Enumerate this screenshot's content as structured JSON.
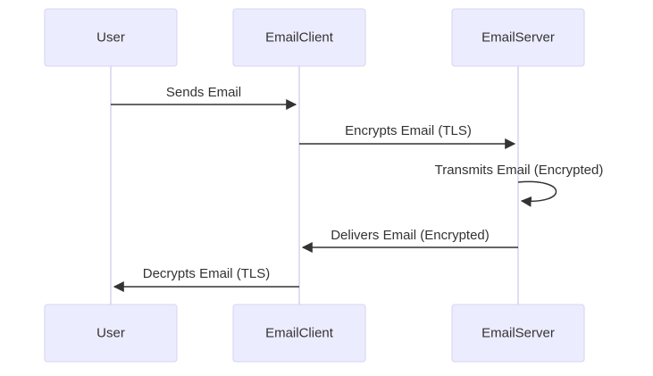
{
  "diagram": {
    "participants": [
      {
        "id": "user",
        "label": "User"
      },
      {
        "id": "client",
        "label": "EmailClient"
      },
      {
        "id": "server",
        "label": "EmailServer"
      }
    ],
    "messages": [
      {
        "from": "user",
        "to": "client",
        "label": "Sends Email"
      },
      {
        "from": "client",
        "to": "server",
        "label": "Encrypts Email (TLS)"
      },
      {
        "from": "server",
        "to": "server",
        "label": "Transmits Email (Encrypted)"
      },
      {
        "from": "server",
        "to": "client",
        "label": "Delivers Email (Encrypted)"
      },
      {
        "from": "client",
        "to": "user",
        "label": "Decrypts Email (TLS)"
      }
    ],
    "colors": {
      "actor_fill": "#ececff",
      "actor_stroke": "#d6d3f0",
      "line": "#333333",
      "text": "#333333"
    }
  }
}
